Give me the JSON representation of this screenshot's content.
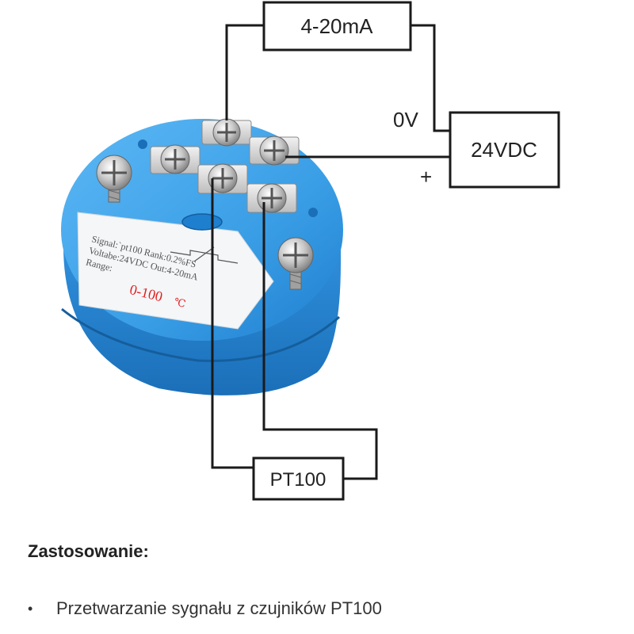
{
  "diagram": {
    "boxes": {
      "current_output": "4-20mA",
      "power_supply": "24VDC",
      "sensor": "PT100"
    },
    "terminals": {
      "zero_volt": "0V",
      "plus": "+"
    },
    "device_label": {
      "line1": "Signal:`pt100 Rank:0.2%FS",
      "line2": "Voltabe:24VDC Out:4-20mA",
      "line3": "Range:",
      "range_value": "0-100",
      "range_unit": "℃"
    }
  },
  "content": {
    "section_title": "Zastosowanie:",
    "bullets": [
      "Przetwarzanie sygnału z czujników PT100"
    ]
  },
  "colors": {
    "device_blue": "#3a9ee6",
    "device_dark": "#1f7fcf",
    "wire": "#1a1a1a",
    "range_red": "#e02020"
  }
}
